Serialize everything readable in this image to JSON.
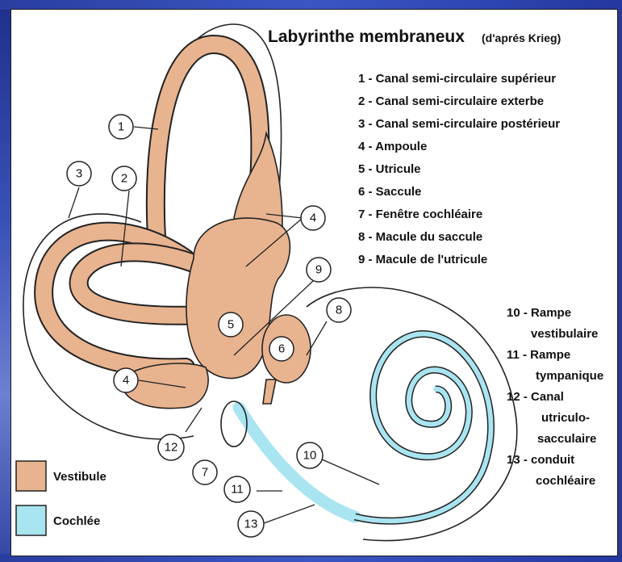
{
  "title": "Labyrinthe membraneux",
  "title_credit": "(d'aprés Krieg)",
  "parts": [
    {
      "n": "1",
      "label": "1 - Canal semi-circulaire supérieur"
    },
    {
      "n": "2",
      "label": "2 -  Canal semi-circulaire exterbe"
    },
    {
      "n": "3",
      "label": "3 -  Canal semi-circulaire postérieur"
    },
    {
      "n": "4",
      "label": "4 - Ampoule"
    },
    {
      "n": "5",
      "label": "5 - Utricule"
    },
    {
      "n": "6",
      "label": "6 - Saccule"
    },
    {
      "n": "7",
      "label": "7 - Fenêtre cochléaire"
    },
    {
      "n": "8",
      "label": "8 - Macule du saccule"
    },
    {
      "n": "9",
      "label": "9 - Macule de l'utricule"
    }
  ],
  "parts_right": [
    {
      "line1": "10 - Rampe",
      "line2": "vestibulaire"
    },
    {
      "line1": "11 - Rampe",
      "line2": "tympanique"
    },
    {
      "line1": "12 - Canal",
      "line2": "utriculo-",
      "line3": "sacculaire"
    },
    {
      "line1": "13 - conduit",
      "line2": "cochléaire"
    }
  ],
  "legend": [
    {
      "label": "Vestibule",
      "color": "#e8b38f"
    },
    {
      "label": "Cochlée",
      "color": "#a9e4f1"
    }
  ],
  "callouts": [
    "1",
    "2",
    "3",
    "4",
    "4",
    "5",
    "6",
    "7",
    "8",
    "9",
    "10",
    "11",
    "12",
    "13"
  ]
}
